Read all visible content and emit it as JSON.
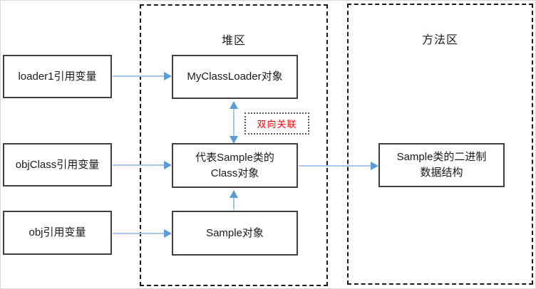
{
  "diagram": {
    "regions": {
      "heap": {
        "title": "堆区"
      },
      "method": {
        "title": "方法区"
      }
    },
    "nodes": {
      "loader1": {
        "label": "loader1引用变量"
      },
      "objClass": {
        "label": "objClass引用变量"
      },
      "obj": {
        "label": "obj引用变量"
      },
      "myClassLoader": {
        "label": "MyClassLoader对象"
      },
      "classObject": {
        "label": "代表Sample类的\nClass对象"
      },
      "sampleObject": {
        "label": "Sample对象"
      },
      "binaryData": {
        "label": "Sample类的二进制\n数据结构"
      }
    },
    "annotations": {
      "bidirectional": {
        "label": "双向关联",
        "text_color": "#ff0000"
      }
    },
    "colors": {
      "arrow_line": "#a9c5e8",
      "arrow_head": "#5b9bd5",
      "box_border": "#404040",
      "region_border": "#1a1a1a"
    }
  }
}
